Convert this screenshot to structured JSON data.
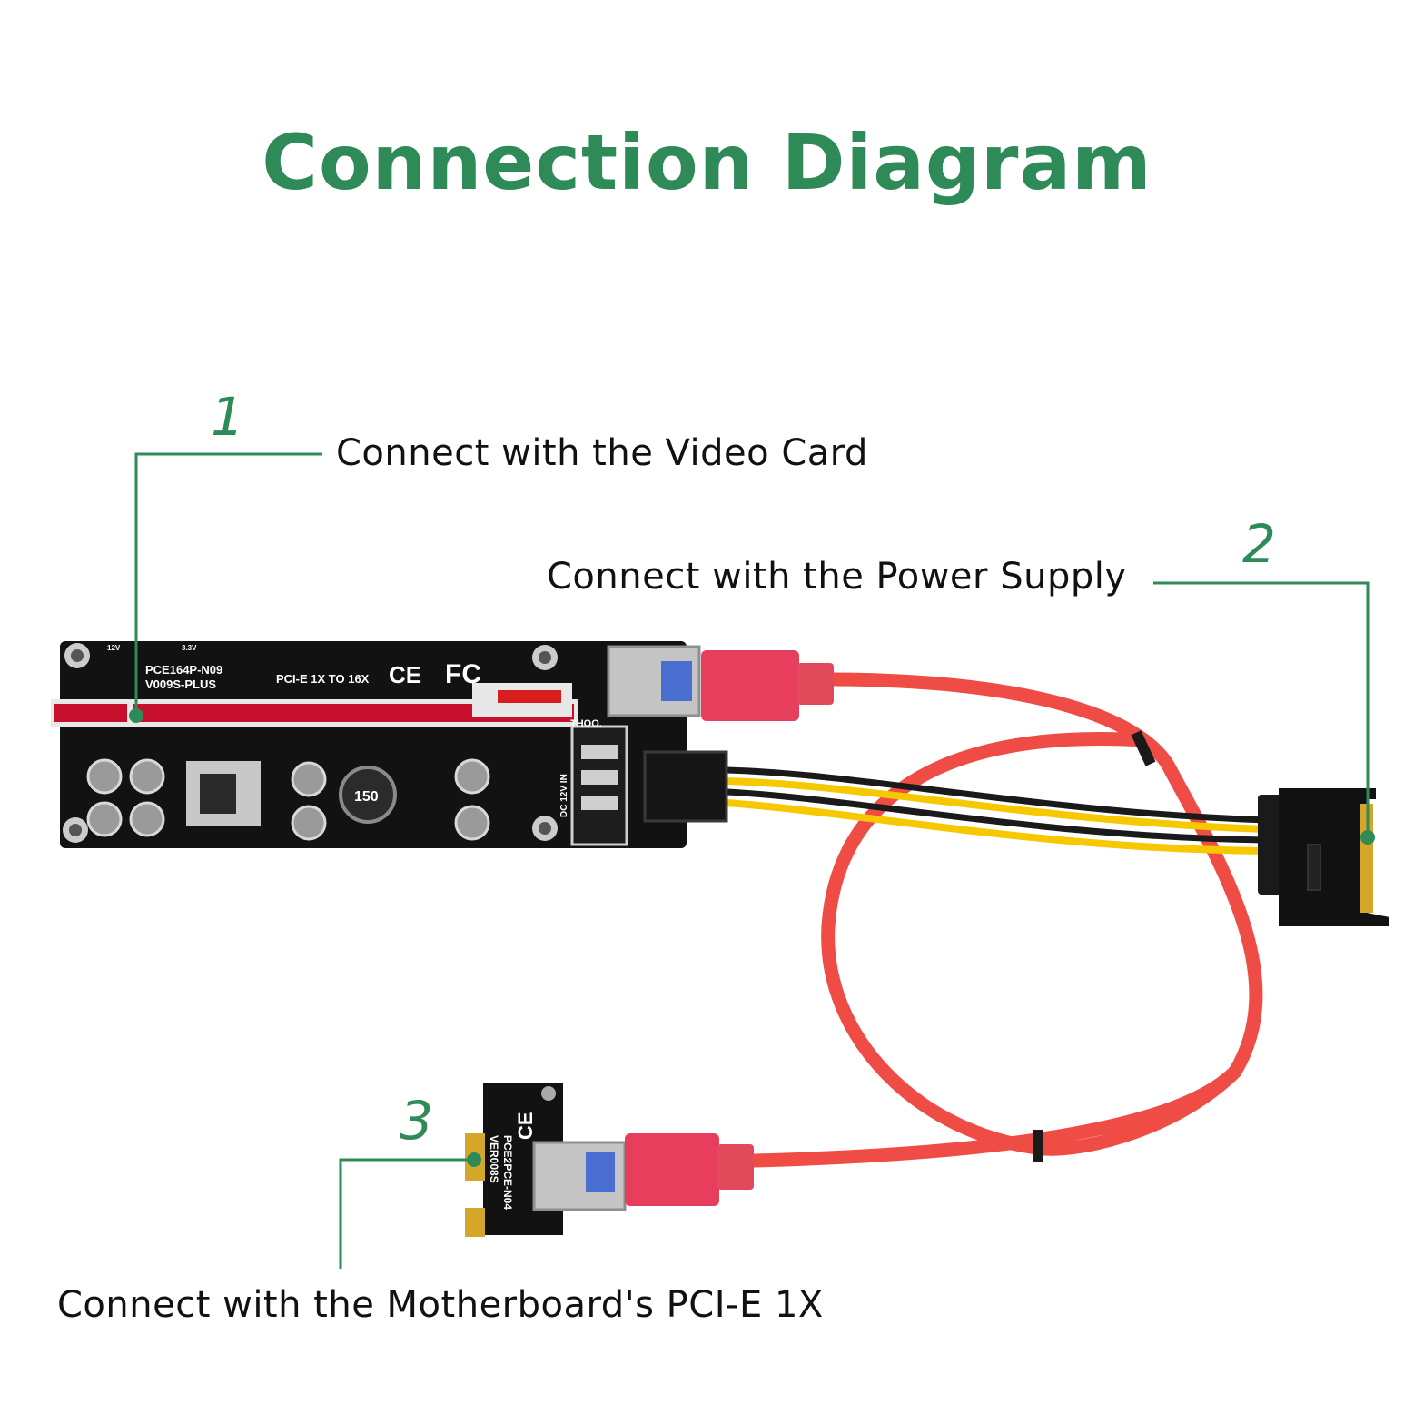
{
  "title": "Connection Diagram",
  "colors": {
    "accent": "#2e8b57",
    "cable_red": "#ef4c45",
    "wire_yellow": "#f5c800",
    "wire_black": "#1a1a1a",
    "pcb_black": "#121212",
    "slot_red": "#c8102e",
    "connector_pink": "#e63e5c",
    "gold": "#d4a62a"
  },
  "callouts": [
    {
      "number": "1",
      "label": "Connect with the Video Card"
    },
    {
      "number": "2",
      "label": "Connect with the Power Supply"
    },
    {
      "number": "3",
      "label": "Connect with the Motherboard's PCI-E 1X"
    }
  ],
  "board_text": {
    "model": "PCE164P-N09",
    "version": "V009S-PLUS",
    "slot_spec": "PCI-E 1X TO 16X",
    "ce_mark": "CE",
    "fcc_mark": "FC",
    "power_in": "DC 12V IN",
    "inductor": "150",
    "rail_12v": "12V",
    "rail_33v": "3.3V",
    "small_tag": "THOO."
  },
  "adapter_text": {
    "ce_mark": "CE",
    "model": "PCE2PCE-N04",
    "version": "VER008S"
  }
}
